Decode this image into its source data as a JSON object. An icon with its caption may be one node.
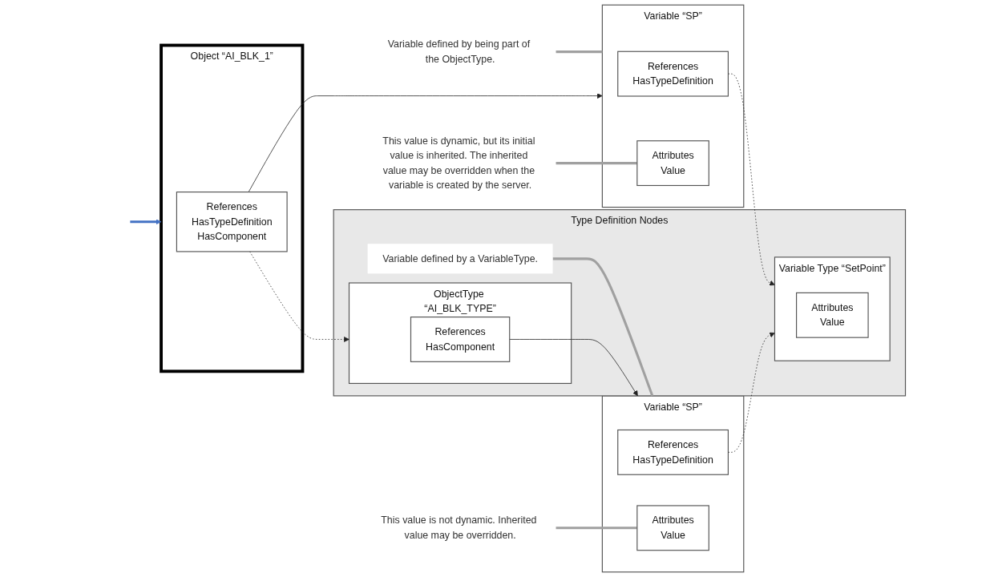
{
  "diagram": {
    "nodes": [
      {
        "text": [
          "Type Definition Nodes"
        ]
      },
      {
        "text": [
          "ObjectType “AI_BLK_TYPE”"
        ],
        "in": 0
      },
      {
        "text": [
          "References",
          "HasComponent"
        ],
        "in": 1
      },
      {
        "text": [
          "Variable defined by a VariableType."
        ],
        "in": 0
      },
      {
        "text": [
          "Variable Type “SetPoint”"
        ],
        "in": 0
      },
      {
        "text": [
          "Attributes",
          "Value"
        ],
        "in": 4
      },
      {
        "text": [
          "Object “AI_BLK_1”"
        ]
      },
      {
        "text": [
          "References",
          "HasTypeDefinition",
          "HasComponent"
        ],
        "in": 6
      },
      {
        "text": [
          "Variable defined by being part of the ObjectType."
        ]
      },
      {
        "text": [
          "Variable “SP”"
        ]
      },
      {
        "text": [
          "References",
          "HasTypeDefinition"
        ],
        "in": 9
      },
      {
        "text": [
          "Attributes",
          "Value"
        ],
        "in": 9
      },
      {
        "text": [
          "This value is dynamic, but its initial value is inherited. The inherited value may be overridden when the variable is created by the server."
        ]
      },
      {
        "text": [
          "Variable “SP”"
        ]
      },
      {
        "text": [
          "References",
          "HasTypeDefinition"
        ],
        "in": 13
      },
      {
        "text": [
          "Attributes",
          "Value"
        ],
        "in": 13
      },
      {
        "text": [
          "This value is not dynamic. Inherited value may be overridden."
        ]
      }
    ],
    "edges": [
      {
        "from": null,
        "to": 6,
        "arrow": "to",
        "style": "thick",
        "color": "#4472c4"
      },
      {
        "from": 7,
        "to": 1,
        "arrow": "to",
        "style": "dashed"
      },
      {
        "from": 7,
        "to": 9,
        "arrow": "to"
      },
      {
        "from": 2,
        "to": 13,
        "arrow": "to"
      },
      {
        "from": 14,
        "to": 4,
        "arrow": "to",
        "style": "dashed"
      },
      {
        "from": 10,
        "to": 4,
        "arrow": "to",
        "style": "dashed"
      },
      {
        "from": 3,
        "to": 13,
        "arrow": "none",
        "style": "thick",
        "color": "#a0a0a0"
      },
      {
        "from": 8,
        "to": 9,
        "arrow": "none",
        "style": "thick",
        "color": "#a0a0a0"
      },
      {
        "from": 12,
        "to": 11,
        "arrow": "none",
        "style": "thick",
        "color": "#a0a0a0"
      },
      {
        "from": 16,
        "to": 15,
        "arrow": "none",
        "style": "thick",
        "color": "#a0a0a0"
      }
    ]
  }
}
